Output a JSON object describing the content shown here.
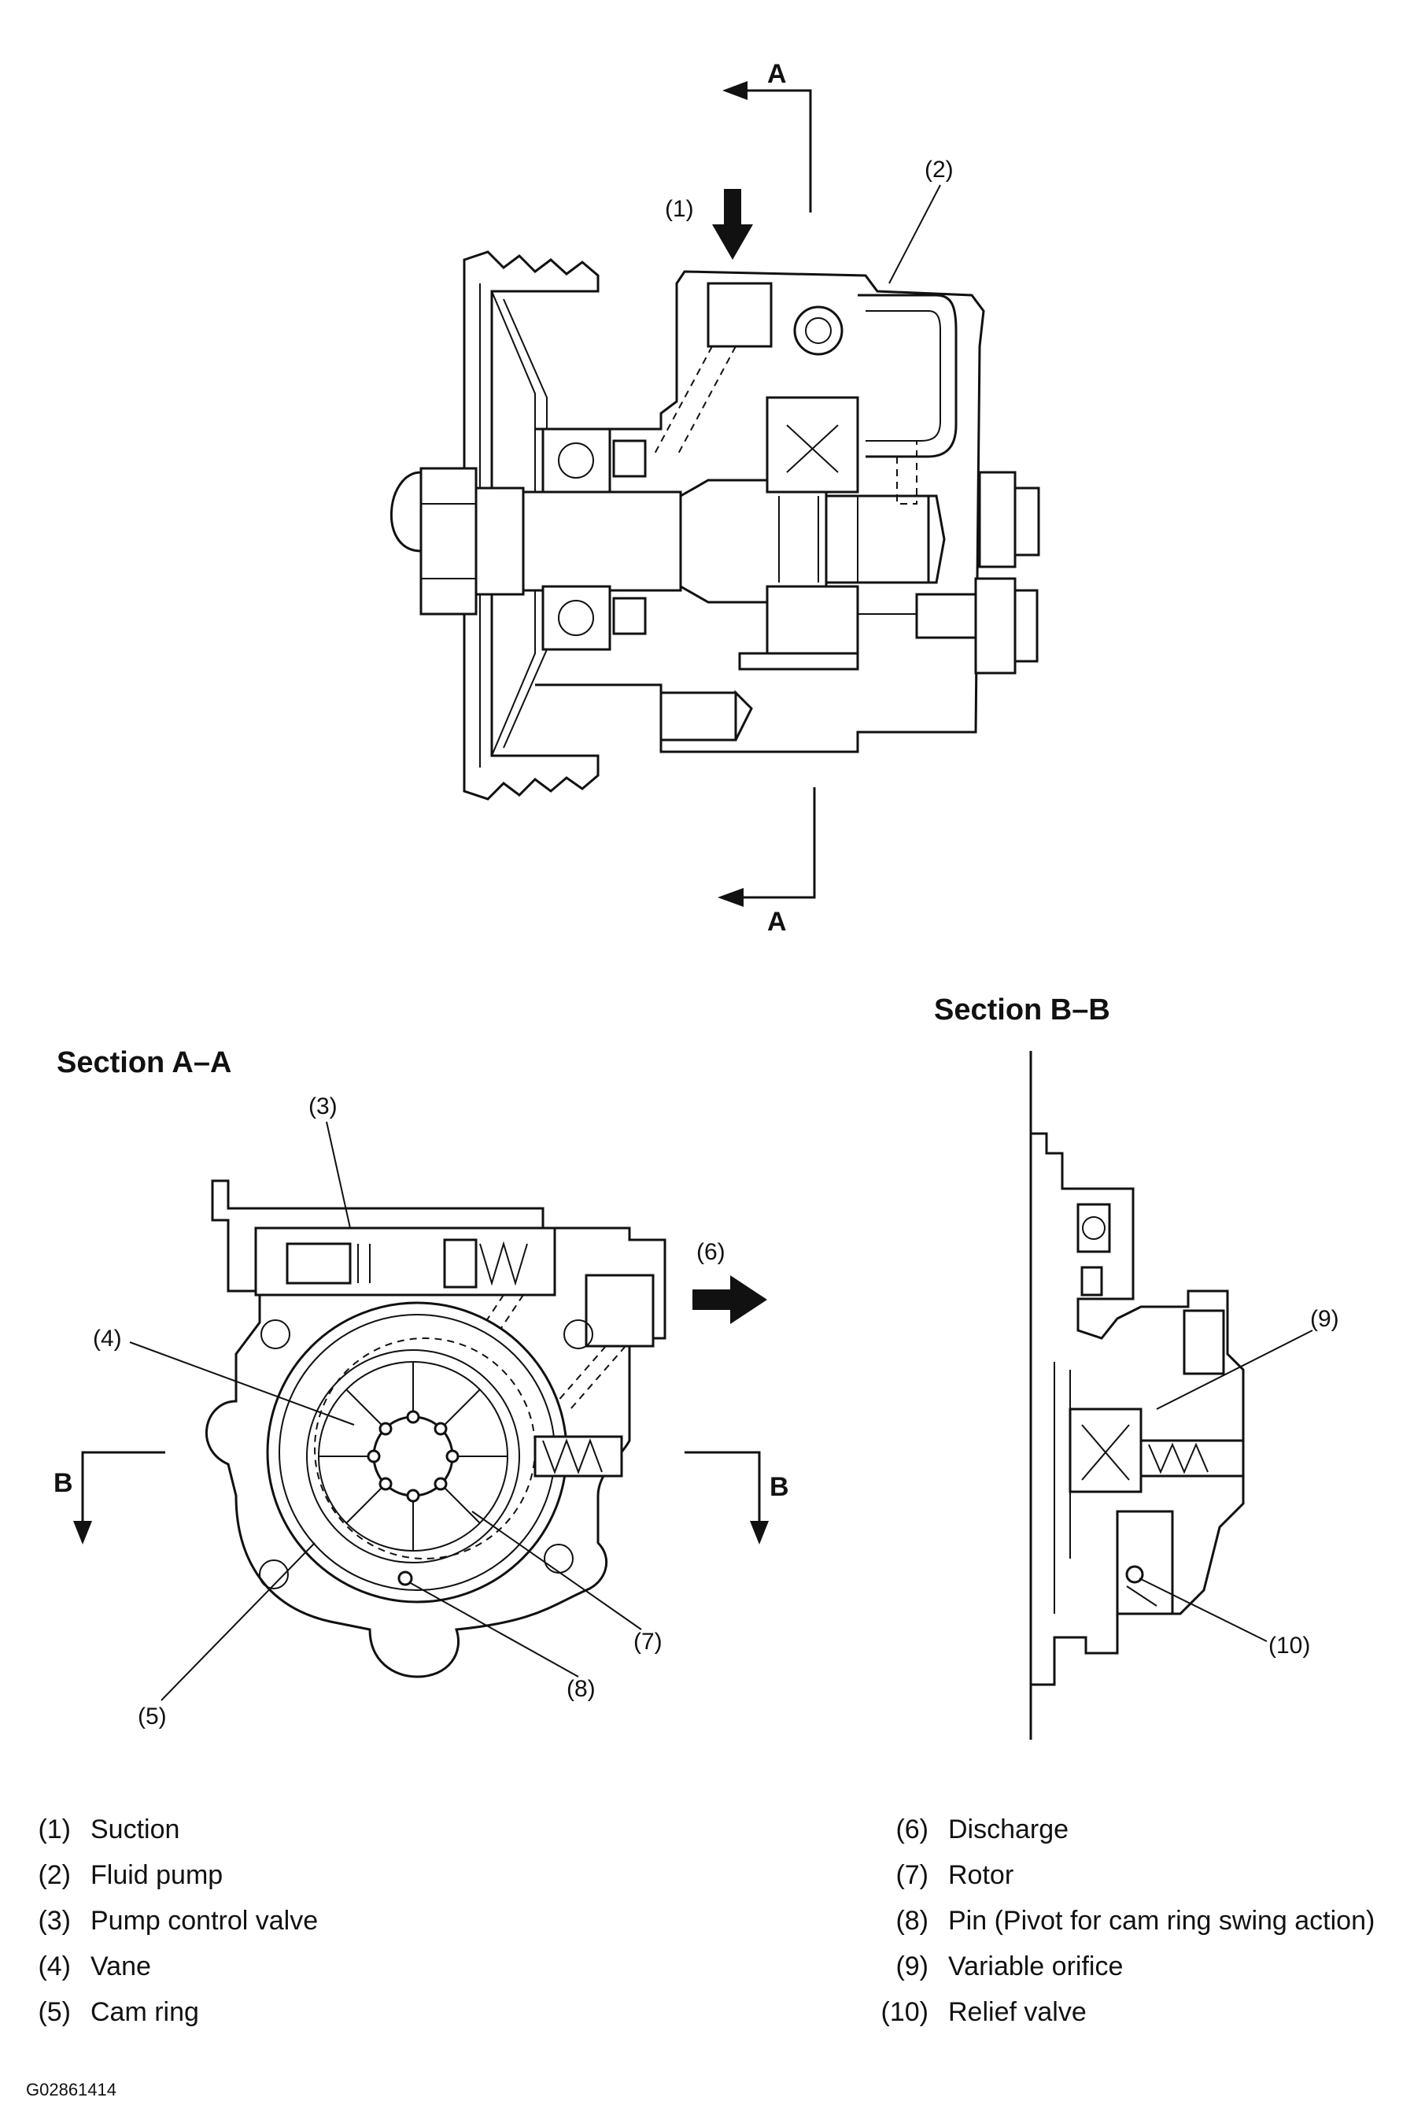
{
  "section_markers": {
    "a_top": "A",
    "a_bottom": "A",
    "b_left": "B",
    "b_right": "B"
  },
  "section_titles": {
    "aa": "Section A–A",
    "bb": "Section B–B"
  },
  "callouts": {
    "c1": "(1)",
    "c2": "(2)",
    "c3": "(3)",
    "c4": "(4)",
    "c5": "(5)",
    "c6": "(6)",
    "c7": "(7)",
    "c8": "(8)",
    "c9": "(9)",
    "c10": "(10)"
  },
  "legend": {
    "left": [
      {
        "num": "(1)",
        "text": "Suction"
      },
      {
        "num": "(2)",
        "text": "Fluid pump"
      },
      {
        "num": "(3)",
        "text": "Pump control valve"
      },
      {
        "num": "(4)",
        "text": "Vane"
      },
      {
        "num": "(5)",
        "text": "Cam ring"
      }
    ],
    "right": [
      {
        "num": "(6)",
        "text": "Discharge"
      },
      {
        "num": "(7)",
        "text": "Rotor"
      },
      {
        "num": "(8)",
        "text": "Pin (Pivot for cam ring swing action)"
      },
      {
        "num": "(9)",
        "text": "Variable orifice"
      },
      {
        "num": "(10)",
        "text": "Relief valve"
      }
    ]
  },
  "figure_code": "G02861414"
}
